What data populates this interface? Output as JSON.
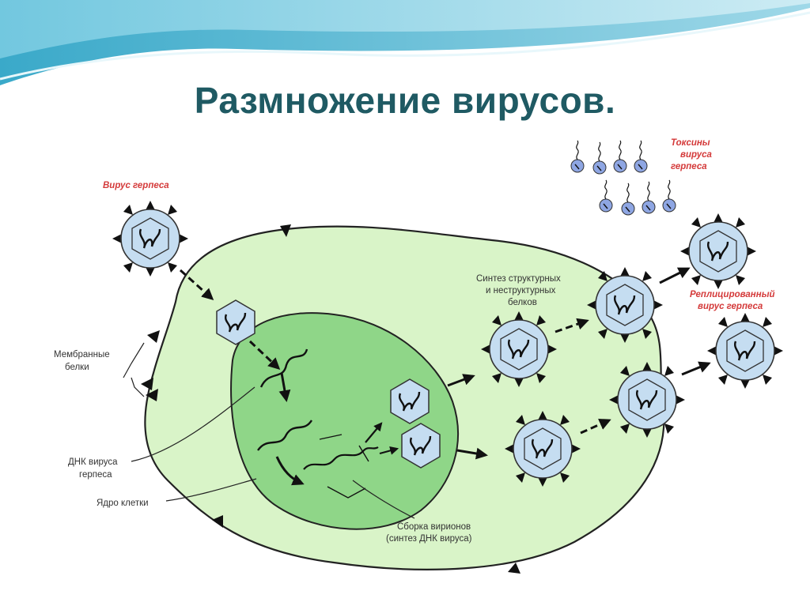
{
  "slide": {
    "title": "Размножение вирусов."
  },
  "diagram": {
    "labels": {
      "herpes_virus": "Вирус герпеса",
      "toxins_line1": "Токсины",
      "toxins_line2": "вируса",
      "toxins_line3": "герпеса",
      "synthesis_line1": "Синтез структурных",
      "synthesis_line2": "и неструктурных",
      "synthesis_line3": "белков",
      "replicated_line1": "Реплицированный",
      "replicated_line2": "вирус герпеса",
      "membrane_line1": "Мембранные",
      "membrane_line2": "белки",
      "dna_line1": "ДНК вируса",
      "dna_line2": "герпеса",
      "nucleus": "Ядро клетки",
      "assembly_line1": "Сборка вирионов",
      "assembly_line2": "(синтез ДНК вируса)"
    },
    "colors": {
      "cell_fill": "#d9f4c8",
      "nucleus_fill": "#8fd688",
      "virus_fill": "#c5ddf1",
      "label_red": "#d43a3a",
      "title": "#1f5a63"
    }
  }
}
